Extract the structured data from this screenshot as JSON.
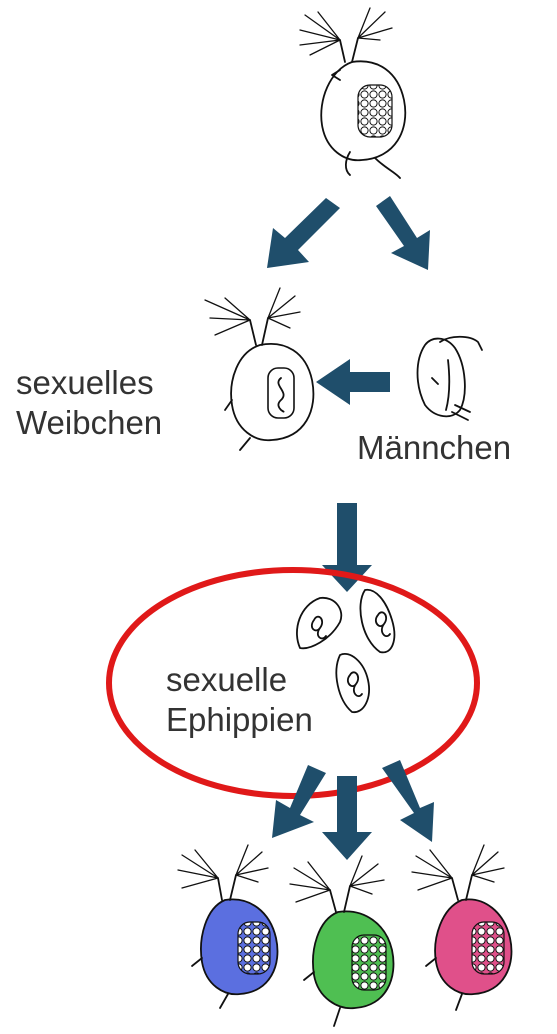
{
  "labels": {
    "sexual_female": [
      "sexuelles",
      "Weibchen"
    ],
    "male": "Männchen",
    "ephippia": [
      "sexuelle",
      "Ephippien"
    ]
  },
  "colors": {
    "arrow": "#1f4e6b",
    "highlight_ring": "#e01919",
    "offspring": [
      "#5b6fe0",
      "#4fbf52",
      "#e0508a"
    ],
    "text": "#333333"
  }
}
